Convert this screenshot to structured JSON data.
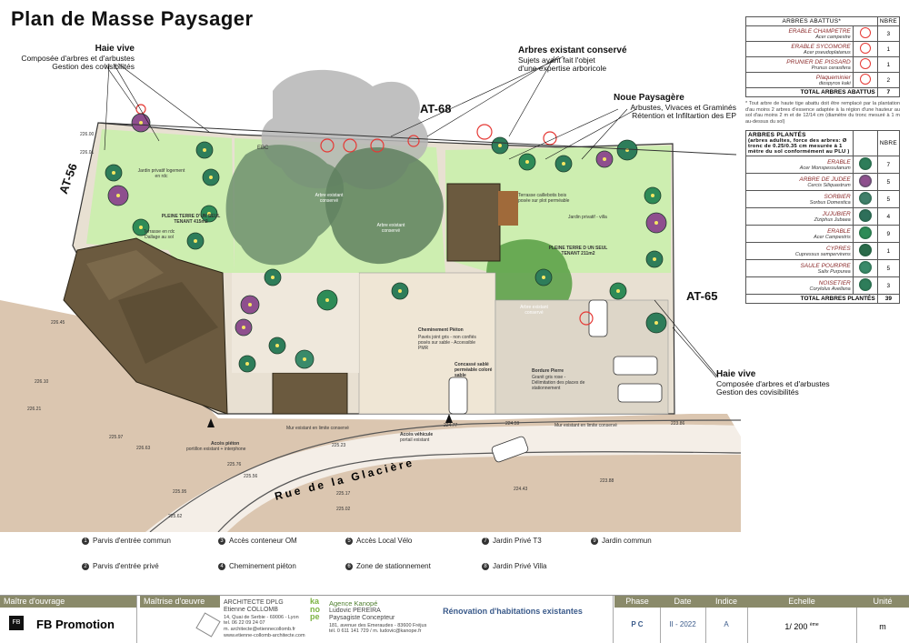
{
  "title": "Plan de Masse Paysager",
  "callouts": {
    "haie_left": {
      "title": "Haie vive",
      "lines": [
        "Composée d'arbres et d'arbustes",
        "Gestion des covisibilités"
      ]
    },
    "arbres_conserve": {
      "title": "Arbres existant conservé",
      "lines": [
        "Sujets ayant fait l'objet",
        "d'une expertise arboricole"
      ]
    },
    "noue": {
      "title": "Noue Paysagère",
      "lines": [
        "Arbustes, Vivaces et Graminés",
        "Rétention et Infiltartion des EP"
      ]
    },
    "haie_right": {
      "title": "Haie vive",
      "lines": [
        "Composée d'arbres et d'arbustes",
        "Gestion des covisibilités"
      ]
    }
  },
  "plot_labels": {
    "at56": "AT-56",
    "at68": "AT-68",
    "at65": "AT-65",
    "street": "Rue de la Glacière"
  },
  "map_labels": {
    "ebc": "EBC",
    "jardin_t3": "Jardin privatif logement en rdc",
    "pleine_terre_1": "PLEINE TERRE D'UN SEUL TENANT 415m2",
    "terrasse_rdc": "Terrasse en rdc Dallage au sol",
    "arbre1": "Arbre existant conservé",
    "arbre2": "Arbre existant conservé",
    "arbre3": "Arbre existant conservé",
    "terrasse_bois": "Terrasse caillebotis bois posée sur plot perméable",
    "jardin_villa": "Jardin privatif - villa",
    "pleine_terre_2": "PLEINE TERRE D UN SEUL TENANT 211m2",
    "cheminement": "Cheminement Piéton",
    "cheminement_sub": "Pavés joint gris - non confiés posés sur sable - Accessible PMR",
    "concasse": "Concassé sablé perméable coloré sable",
    "bordure": "Bordure Pierre",
    "bordure_sub": "Granit gris rose - Délimitation des places de stationnement",
    "mur_left": "Mur existant en limite conservé",
    "mur_right": "Mur existant en limite conservé",
    "acces_vehicule": "Accès véhicule",
    "acces_vehicule_sub": "portail existant",
    "acces_pieton": "Accès piéton",
    "acces_pieton_sub": "portillon existant + interphone"
  },
  "elevations": [
    "226.00",
    "226.01",
    "226.45",
    "226.10",
    "226.21",
    "225.97",
    "226.63",
    "225.23",
    "225.76",
    "225.56",
    "225.95",
    "225.62",
    "225.17",
    "225.02",
    "224.77",
    "224.59",
    "223.86",
    "223.88",
    "224.43"
  ],
  "table_abattus": {
    "header": "ARBRES ABATTUS*",
    "count_header": "NBRE",
    "rows": [
      {
        "name": "ERABLE CHAMPETRE",
        "sci": "Acer campestre",
        "count": "3",
        "color": "#e53935"
      },
      {
        "name": "ERABLE SYCOMORE",
        "sci": "Acer pseudoplatanus",
        "count": "1",
        "color": "#e53935"
      },
      {
        "name": "PRUNIER DE PISSARD",
        "sci": "Prunus cerasifera",
        "count": "1",
        "color": "#e53935"
      },
      {
        "name": "Plaqueminier",
        "sci": "diospyros kaki",
        "count": "2",
        "color": "#e53935"
      }
    ],
    "total_label": "TOTAL ARBRES ABATTUS",
    "total": "7",
    "footnote": "* Tout arbre de haute tige abattu doit être remplacé par la plantation d'au moins 2 arbres d'essence adaptée à la région d'une hauteur au sol d'au moins 2 m et de 12/14 cm (diamètre du tronc mesuré à 1 m au-dessus du sol)"
  },
  "table_plantes": {
    "header": "ARBRES PLANTÉS",
    "subheader": "(arbres adultes, force des arbres: Ø tronc de 0.25/0.35 cm mesurée à 1 mètre du sol conformément au PLU )",
    "count_header": "NBRE",
    "rows": [
      {
        "name": "ERABLE",
        "sci": "Acer Monspessulanum",
        "count": "7",
        "color": "#2e7d5a"
      },
      {
        "name": "ARBRE DE JUDEE",
        "sci": "Cercis Siliquastrum",
        "count": "5",
        "color": "#8e4f8e"
      },
      {
        "name": "SORBIER",
        "sci": "Sorbus Domestica",
        "count": "5",
        "color": "#3f7f6a"
      },
      {
        "name": "JUJUBIER",
        "sci": "Ziziphus Jubaea",
        "count": "4",
        "color": "#2e6f5a"
      },
      {
        "name": "ERABLE",
        "sci": "Acer Campestris",
        "count": "9",
        "color": "#2e8b57"
      },
      {
        "name": "CYPRES",
        "sci": "Cupressus sempervirens",
        "count": "1",
        "color": "#2a6b4a"
      },
      {
        "name": "SAULE POURPRE",
        "sci": "Salix Purpurea",
        "count": "5",
        "color": "#3a8a6a"
      },
      {
        "name": "NOISETIER",
        "sci": "Corylolus Avellana",
        "count": "3",
        "color": "#2e7d5a"
      }
    ],
    "total_label": "TOTAL ARBRES PLANTÉS",
    "total": "39"
  },
  "legend": [
    {
      "n": "1",
      "label": "Parvis d'entrée commun"
    },
    {
      "n": "2",
      "label": "Parvis d'entrée privé"
    },
    {
      "n": "3",
      "label": "Accès conteneur OM"
    },
    {
      "n": "4",
      "label": "Cheminement piéton"
    },
    {
      "n": "5",
      "label": "Accès Local Vélo"
    },
    {
      "n": "6",
      "label": "Zone de stationnement"
    },
    {
      "n": "7",
      "label": "Jardin Privé T3"
    },
    {
      "n": "8",
      "label": "Jardin Privé Villa"
    },
    {
      "n": "9",
      "label": "Jardin commun"
    }
  ],
  "footer": {
    "moa_head": "Maître d'ouvrage",
    "moa_name": "FB Promotion",
    "moe_head": "Maîtrise d'œuvre",
    "arch_title": "ARCHITECTE DPLG",
    "arch_name": "Etienne COLLOMB",
    "arch_addr": "14, Quai de Serbie - 69006 - Lyon",
    "arch_tel": "tel. 06 22 09 24 07",
    "arch_mail": "m. architecte@etiennecollomb.fr",
    "arch_web": "www.etienne-collomb-architecte.com",
    "kanope_brand": "kano pe",
    "kanope_agency": "Agence Kanopé",
    "kanope_name": "Ludovic PEREIRA",
    "kanope_role": "Paysagiste Concepteur",
    "kanope_addr": "181, avenue des Emeraudes - 83600 Fréjus",
    "kanope_tel": "tél. 0 611 141 729 / m. ludovic@kanope.fr",
    "project": "Rénovation d'habitations existantes",
    "phase_head": "Phase",
    "phase": "P C",
    "date_head": "Date",
    "date": "II - 2022",
    "indice_head": "Indice",
    "indice": "A",
    "echelle_head": "Echelle",
    "echelle": "1/ 200",
    "echelle_sup": "ème",
    "unite_head": "Unité",
    "unite": "m"
  },
  "colors": {
    "lawn": "#cdeeb0",
    "pave": "#e9e0cf",
    "road": "#d9c3ad",
    "roof": "#6b5a3f",
    "tree_dark": "#2f7a4a",
    "tree_purple": "#8e4f8e",
    "existing": "#5a7d5a",
    "footer_head": "#8a8a6a",
    "accent_green": "#4f7f2f"
  }
}
